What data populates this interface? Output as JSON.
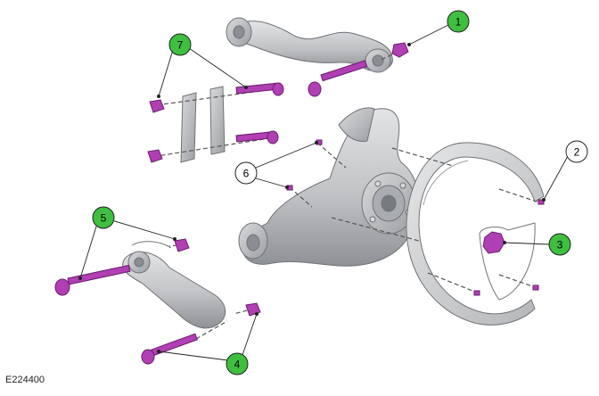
{
  "figure_code": "E224400",
  "colors": {
    "part_body": "#c4c6c9",
    "part_edge": "#6f7276",
    "part_shade": "#9a9da1",
    "fastener": "#b13fb4",
    "fastener_edge": "#6a1c6d",
    "callout_green": "#3fbf3f",
    "callout_white": "#ffffff",
    "leader": "#222222"
  },
  "callouts": [
    {
      "id": "1",
      "style": "green"
    },
    {
      "id": "2",
      "style": "white"
    },
    {
      "id": "3",
      "style": "green"
    },
    {
      "id": "4",
      "style": "green"
    },
    {
      "id": "5",
      "style": "green"
    },
    {
      "id": "6",
      "style": "white"
    },
    {
      "id": "7",
      "style": "green"
    }
  ]
}
